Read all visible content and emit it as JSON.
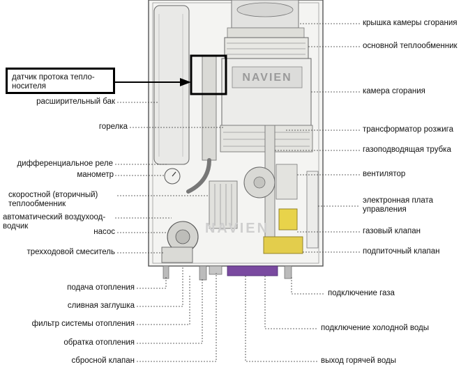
{
  "colors": {
    "casing": "#f4f4f2",
    "line": "#555555",
    "highlight": "#000000",
    "gas_valve": "#e8d34a",
    "bottom_bar": "#7a4aa0"
  },
  "callout": {
    "label": "датчик протока тепло-носителя"
  },
  "brand": {
    "logo_top": "NAVIEN",
    "logo_front": "NAVIEN"
  },
  "labels_left": [
    {
      "id": "expansion",
      "text": "расширительный бак"
    },
    {
      "id": "burner",
      "text": "горелка"
    },
    {
      "id": "diff_relay",
      "text": "дифференциальное реле"
    },
    {
      "id": "manometer",
      "text": "манометр"
    },
    {
      "id": "secondary_hx",
      "text": "скоростной (вторичный) теплообменник"
    },
    {
      "id": "air_vent",
      "text": "автоматический воздухоод-водчик"
    },
    {
      "id": "pump",
      "text": "насос"
    },
    {
      "id": "three_way",
      "text": "трехходовой смеситель"
    },
    {
      "id": "heating_supply",
      "text": "подача отопления"
    },
    {
      "id": "drain_plug",
      "text": "сливная заглушка"
    },
    {
      "id": "heating_filter",
      "text": "фильтр системы отопления"
    },
    {
      "id": "heating_return",
      "text": "обратка отопления"
    },
    {
      "id": "relief_valve",
      "text": "сбросной клапан"
    }
  ],
  "labels_right": [
    {
      "id": "chamber_cover",
      "text": "крышка камеры сгорания"
    },
    {
      "id": "main_hx",
      "text": "основной теплообменник"
    },
    {
      "id": "combustion_chamber",
      "text": "камера сгорания"
    },
    {
      "id": "ignition",
      "text": "трансформатор розжига"
    },
    {
      "id": "gas_pipe",
      "text": "газоподводящая трубка"
    },
    {
      "id": "fan",
      "text": "вентилятор"
    },
    {
      "id": "control_board",
      "text": "электронная плата управления"
    },
    {
      "id": "gas_valve",
      "text": "газовый клапан"
    },
    {
      "id": "makeup_valve",
      "text": "подпиточный клапан"
    },
    {
      "id": "gas_connection",
      "text": "подключение газа"
    },
    {
      "id": "cold_water",
      "text": "подключение холодной воды"
    },
    {
      "id": "hot_water",
      "text": "выход горячей воды"
    }
  ]
}
